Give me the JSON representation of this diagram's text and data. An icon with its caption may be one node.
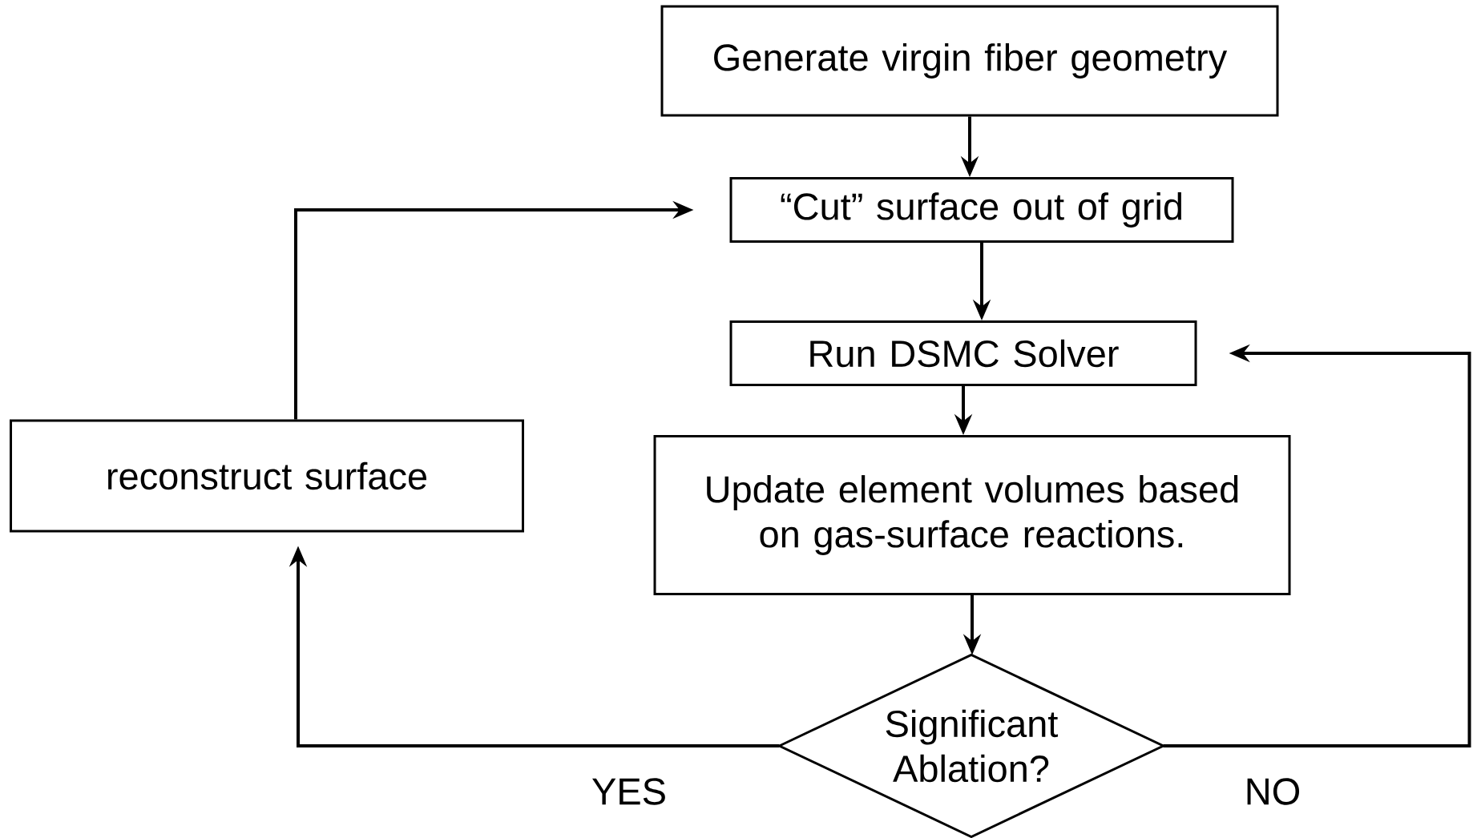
{
  "diagram": {
    "nodes": [
      {
        "text": [
          "Generate virgin fiber geometry"
        ]
      },
      {
        "text": [
          "“Cut” surface out of grid"
        ]
      },
      {
        "text": [
          "Run DSMC Solver"
        ]
      },
      {
        "text": [
          "Update element volumes based on gas-surface reactions."
        ]
      },
      {
        "text": [
          "Significant Ablation?"
        ]
      },
      {
        "text": [
          "reconstruct surface"
        ]
      }
    ],
    "edges": [
      {
        "from": 0,
        "to": 1,
        "arrow": "to"
      },
      {
        "from": 1,
        "to": 2,
        "arrow": "to"
      },
      {
        "from": 2,
        "to": 3,
        "arrow": "to"
      },
      {
        "from": 3,
        "to": 4,
        "arrow": "to"
      },
      {
        "from": 4,
        "to": 5,
        "arrow": "to",
        "label": "YES"
      },
      {
        "from": 5,
        "to": 1,
        "arrow": "to"
      },
      {
        "from": 4,
        "to": 2,
        "arrow": "to",
        "label": "NO"
      }
    ]
  }
}
